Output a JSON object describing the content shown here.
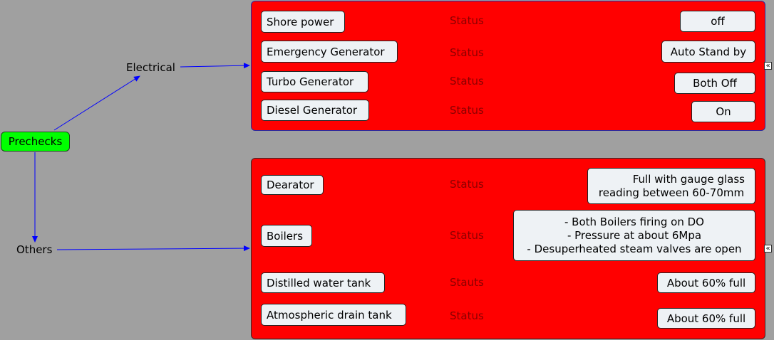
{
  "root": {
    "label": "Prechecks"
  },
  "branches": {
    "electrical": "Electrical",
    "others": "Others"
  },
  "electrical": [
    {
      "name": "Shore power",
      "status": "Status",
      "value": "off"
    },
    {
      "name": "Emergency Generator",
      "status": "Status",
      "value": "Auto Stand by"
    },
    {
      "name": "Turbo Generator",
      "status": "Status",
      "value": "Both Off"
    },
    {
      "name": "Diesel Generator",
      "status": "Status",
      "value": "On"
    }
  ],
  "others": [
    {
      "name": "Dearator",
      "status": "Status",
      "value_lines": [
        "Full with gauge glass",
        "reading between 60-70mm"
      ]
    },
    {
      "name": "Boilers",
      "status": "Status",
      "value_lines": [
        "- Both Boilers firing on DO",
        "- Pressure at about 6Mpa",
        "- Desuperheated steam valves are open"
      ]
    },
    {
      "name": "Distilled water tank",
      "status": "Stauts",
      "value": "About 60% full"
    },
    {
      "name": "Atmospheric drain tank",
      "status": "Status",
      "value": "About 60% full"
    }
  ],
  "collapse_icon": "«",
  "colors": {
    "background": "#a0a0a0",
    "panel": "#ff0000",
    "root_node": "#00ff00",
    "link": "#0000ff",
    "node": "#eef2f5",
    "status_text": "#8b0000"
  }
}
